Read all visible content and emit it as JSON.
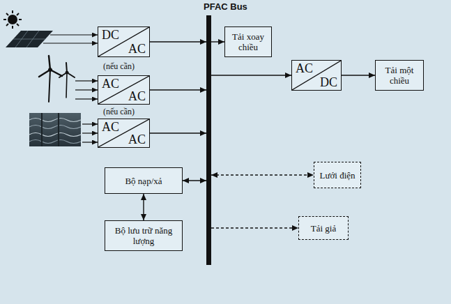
{
  "diagram": {
    "nodes": [
      {
        "text": [
          "PFAC Bus"
        ]
      },
      {
        "text": [
          "DC",
          "AC"
        ]
      },
      {
        "text": [
          "Tải xoay chiều"
        ]
      },
      {
        "text": [
          "AC",
          "DC"
        ]
      },
      {
        "text": [
          "Tải một chiều"
        ]
      },
      {
        "text": [
          "AC",
          "AC"
        ]
      },
      {
        "text": [
          "AC",
          "AC"
        ]
      },
      {
        "text": [
          "Lưới điện"
        ]
      },
      {
        "text": [
          "Bộ nạp/xả"
        ]
      },
      {
        "text": [
          "Tải giả"
        ]
      },
      {
        "text": [
          "Bộ lưu trữ năng lượng"
        ]
      }
    ],
    "edges": [
      {
        "from": 1,
        "to": 0,
        "arrow": "to"
      },
      {
        "from": 0,
        "to": 2,
        "arrow": "to"
      },
      {
        "from": 0,
        "to": 3,
        "arrow": "to"
      },
      {
        "from": 3,
        "to": 4,
        "arrow": "to"
      },
      {
        "from": 5,
        "to": 0,
        "arrow": "to"
      },
      {
        "from": 6,
        "to": 0,
        "arrow": "to"
      },
      {
        "from": 0,
        "to": 7,
        "arrow": "both"
      },
      {
        "from": 8,
        "to": 0,
        "arrow": "both"
      },
      {
        "from": 0,
        "to": 9,
        "arrow": "to"
      },
      {
        "from": 8,
        "to": 10,
        "arrow": "both"
      }
    ],
    "labels": [
      "(nếu cần)",
      "(nếu cần)"
    ]
  }
}
